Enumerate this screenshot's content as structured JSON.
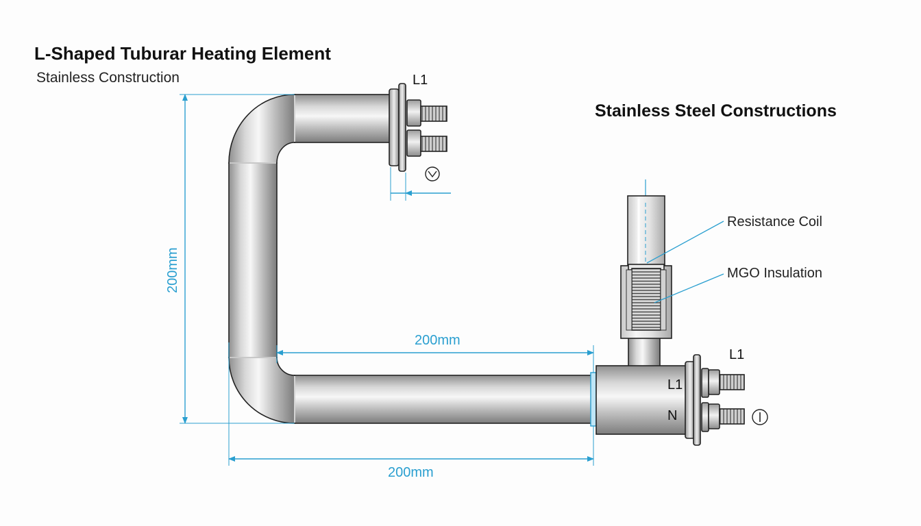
{
  "title": "L-Shaped Tuburar Heating Element",
  "subtitle": "Stainless Construction",
  "section_title": "Stainless Steel Constructions",
  "callouts": {
    "resistance_coil": "Resistance Coil",
    "mgo_insulation": "MGO Insulation"
  },
  "terminals": {
    "top_label": "L1",
    "bottom_top_label": "L1",
    "bottom_inner_l1": "L1",
    "bottom_inner_n": "N"
  },
  "dimensions": {
    "vertical": "200mm",
    "inner_horizontal": "200mm",
    "bottom_horizontal": "200mm"
  },
  "symbols": {
    "top": "ⓥ",
    "bottom": "Ⓘ"
  },
  "colors": {
    "dimension": "#2a9fd0",
    "outline": "#222222",
    "steel_light": "#f4f4f4",
    "steel_dark": "#8e8e8e"
  }
}
